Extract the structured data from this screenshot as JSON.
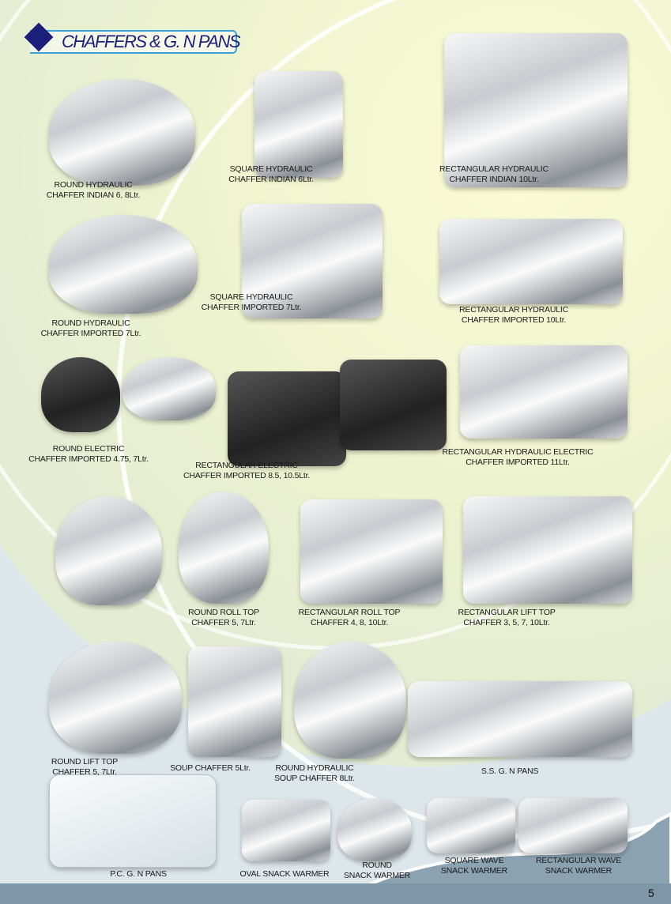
{
  "title": "CHAFFERS & G. N PANS",
  "page_number": "5",
  "items": [
    {
      "line1": "ROUND HYDRAULIC",
      "line2": "CHAFFER INDIAN 6, 8Ltr."
    },
    {
      "line1": "SQUARE HYDRAULIC",
      "line2": "CHAFFER INDIAN 6Ltr."
    },
    {
      "line1": "RECTANGULAR HYDRAULIC",
      "line2": "CHAFFER INDIAN 10Ltr."
    },
    {
      "line1": "ROUND HYDRAULIC",
      "line2": "CHAFFER IMPORTED 7Ltr."
    },
    {
      "line1": "SQUARE HYDRAULIC",
      "line2": "CHAFFER IMPORTED 7Ltr."
    },
    {
      "line1": "RECTANGULAR HYDRAULIC",
      "line2": "CHAFFER IMPORTED 10Ltr."
    },
    {
      "line1": "ROUND ELECTRIC",
      "line2": "CHAFFER IMPORTED 4.75, 7Ltr."
    },
    {
      "line1": "RECTANGULAR ELECTRIC",
      "line2": "CHAFFER IMPORTED 8.5, 10.5Ltr."
    },
    {
      "line1": "RECTANGULAR HYDRAULIC ELECTRIC",
      "line2": "CHAFFER IMPORTED 11Ltr."
    },
    {
      "line1": "ROUND ROLL TOP",
      "line2": "CHAFFER 5, 7Ltr."
    },
    {
      "line1": "RECTANGULAR ROLL TOP",
      "line2": "CHAFFER 4, 8, 10Ltr."
    },
    {
      "line1": "RECTANGULAR LIFT TOP",
      "line2": "CHAFFER 3, 5, 7, 10Ltr."
    },
    {
      "line1": "ROUND LIFT TOP",
      "line2": "CHAFFER 5, 7Ltr."
    },
    {
      "line1": "SOUP CHAFFER 5Ltr.",
      "line2": ""
    },
    {
      "line1": "ROUND HYDRAULIC",
      "line2": "SOUP CHAFFER 8Ltr."
    },
    {
      "line1": "S.S. G. N PANS",
      "line2": ""
    },
    {
      "line1": "P.C. G. N PANS",
      "line2": ""
    },
    {
      "line1": "OVAL SNACK WARMER",
      "line2": ""
    },
    {
      "line1": "ROUND",
      "line2": "SNACK WARMER"
    },
    {
      "line1": "SQUARE WAVE",
      "line2": "SNACK WARMER"
    },
    {
      "line1": "RECTANGULAR WAVE",
      "line2": "SNACK WARMER"
    }
  ]
}
